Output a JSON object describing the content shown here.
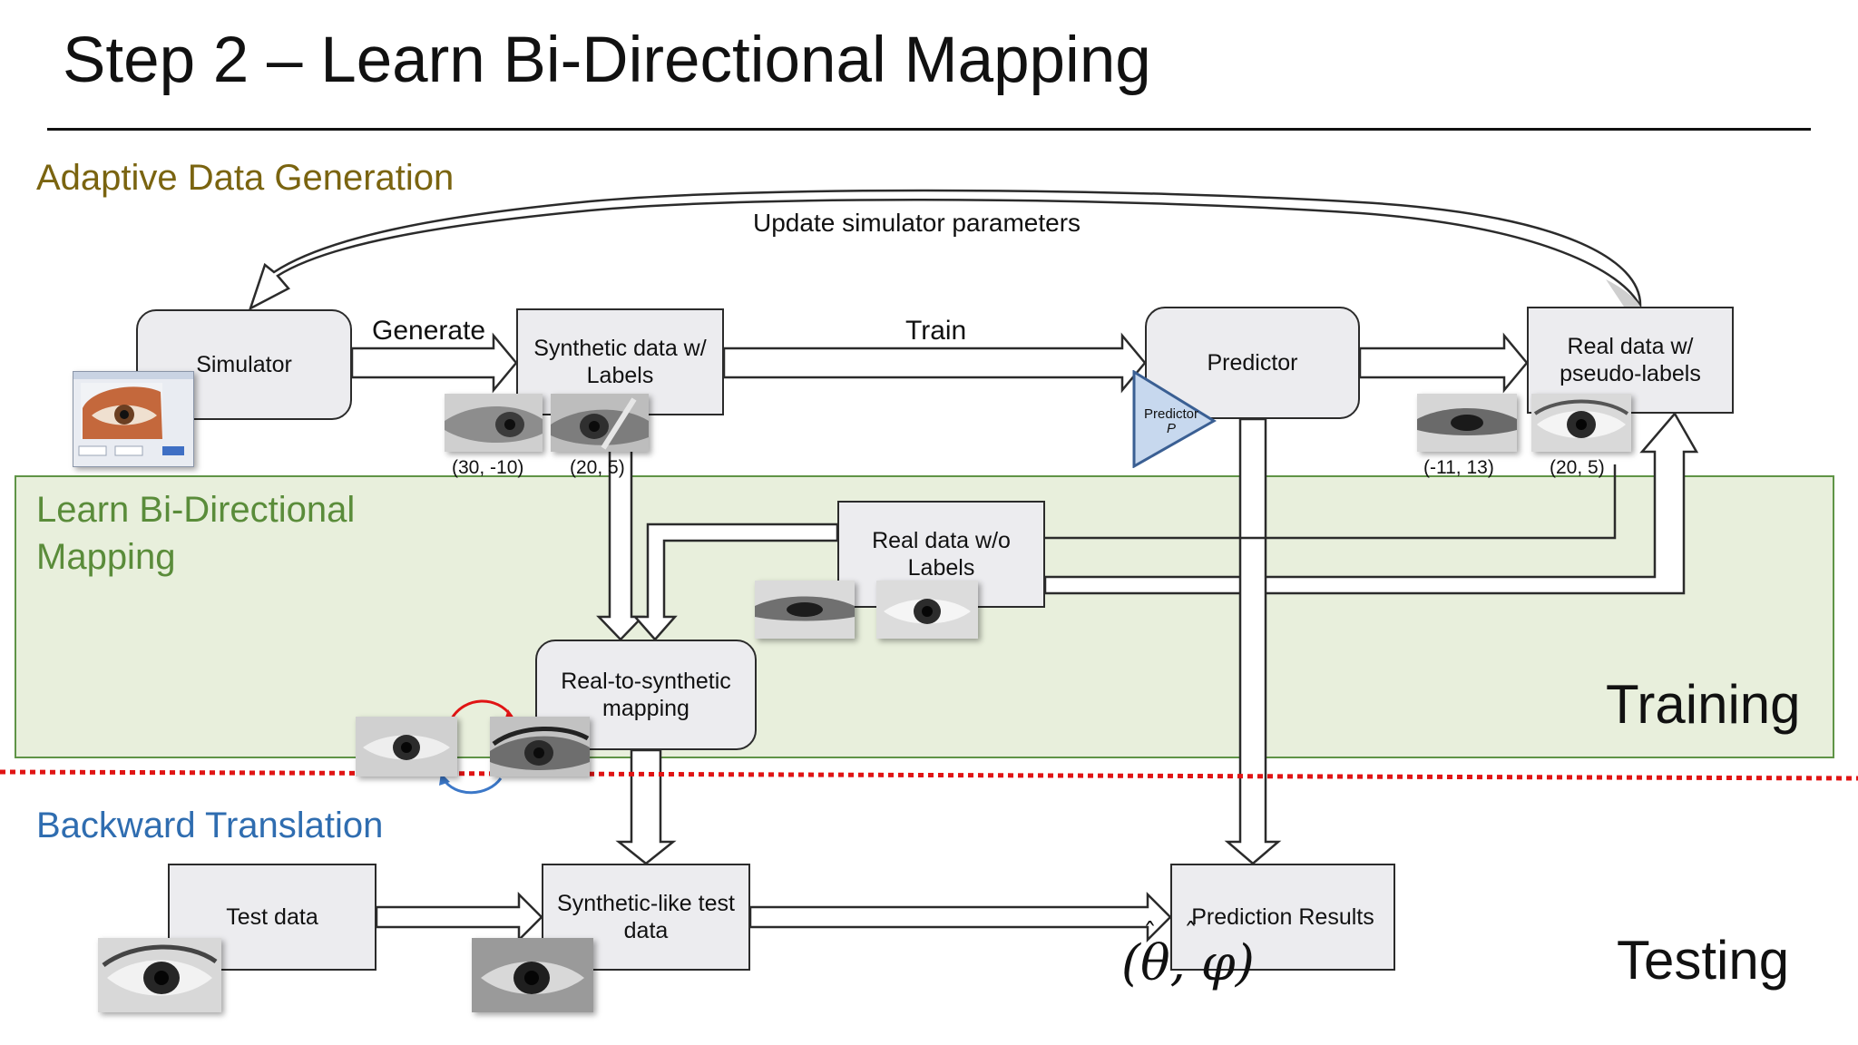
{
  "title": "Step 2 – Learn Bi-Directional Mapping",
  "sections": {
    "adaptive": "Adaptive Data Generation",
    "learn": "Learn Bi-Directional Mapping",
    "backward": "Backward Translation"
  },
  "phases": {
    "training": "Training",
    "testing": "Testing"
  },
  "edge_labels": {
    "update": "Update simulator parameters",
    "generate": "Generate",
    "train": "Train"
  },
  "boxes": {
    "simulator": "Simulator",
    "synthetic": "Synthetic data w/ Labels",
    "predictor": "Predictor",
    "real_pseudo": "Real data w/ pseudo-labels",
    "real_wo": "Real data w/o Labels",
    "r2s": "Real-to-synthetic mapping",
    "test": "Test data",
    "synlike": "Synthetic-like test data",
    "results": "Prediction Results"
  },
  "predictor_triangle": {
    "name": "Predictor",
    "symbol": "P"
  },
  "gaze_labels": {
    "synthetic_1": "(30, -10)",
    "synthetic_2": "(20, 5)",
    "real_1": "(-11, 13)",
    "real_2": "(20, 5)"
  },
  "math_output": "(θ, φ)",
  "colors": {
    "adaptive": "#7a6410",
    "learn": "#5a8c3a",
    "backward": "#2f6db0",
    "panel_fill": "#e8efdc",
    "divider": "#e01414",
    "cycle_forward": "#e01414",
    "cycle_backward": "#3c78c8"
  },
  "icons": [
    "eye-image",
    "simulator-window-icon",
    "cycle-arrow-icon"
  ]
}
